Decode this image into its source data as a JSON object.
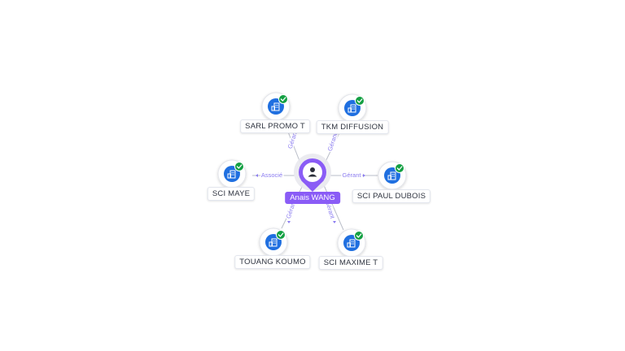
{
  "center": {
    "name": "Anais WANG",
    "icon": "person-icon"
  },
  "colors": {
    "accent": "#8a5cf6",
    "company": "#1f6fe0",
    "verified": "#14a043",
    "edge": "#b9bdc8",
    "edge_label": "#8b7cf0"
  },
  "nodes": [
    {
      "id": "sarl-promo-t",
      "label": "SARL PROMO T",
      "relation": "Gérant",
      "icon": "company-icon",
      "verified": true
    },
    {
      "id": "tkm-diffusion",
      "label": "TKM DIFFUSION",
      "relation": "Gérant",
      "icon": "company-icon",
      "verified": true
    },
    {
      "id": "sci-maye",
      "label": "SCI MAYE",
      "relation": "Associé",
      "icon": "company-icon",
      "verified": true
    },
    {
      "id": "sci-paul-dubois",
      "label": "SCI PAUL DUBOIS",
      "relation": "Gérant",
      "icon": "company-icon",
      "verified": true
    },
    {
      "id": "touang-koumo",
      "label": "TOUANG KOUMO",
      "relation": "Gérant",
      "icon": "company-icon",
      "verified": true
    },
    {
      "id": "sci-maxime-t",
      "label": "SCI MAXIME T",
      "relation": "Gérant",
      "icon": "company-icon",
      "verified": true
    }
  ]
}
